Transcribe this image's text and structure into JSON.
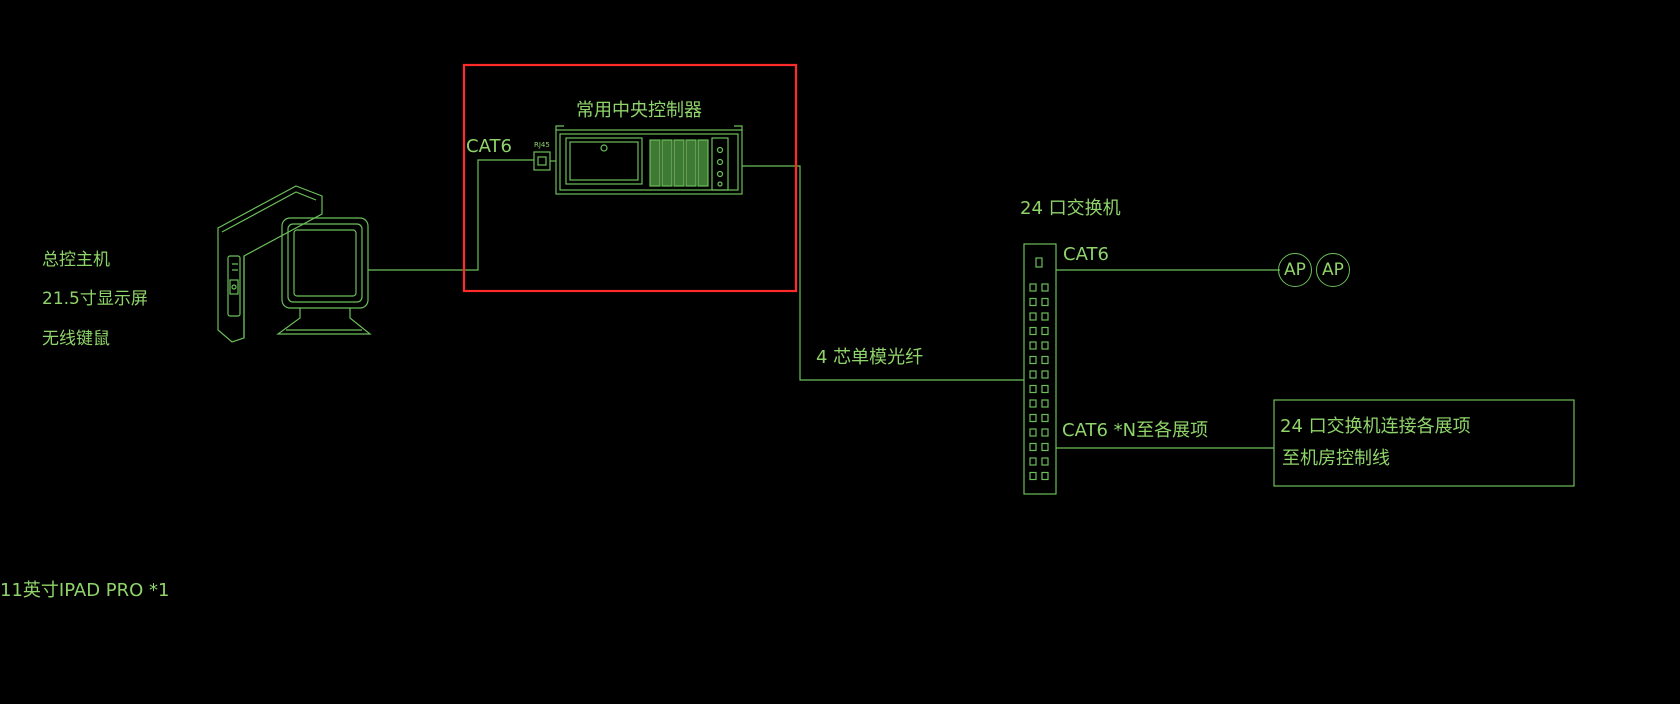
{
  "colors": {
    "background": "#000000",
    "line": "#6cbf5a",
    "text": "#8fd46a",
    "highlight": "#ff2a2a"
  },
  "main_host": {
    "title": "总控主机",
    "monitor": "21.5寸显示屏",
    "peripherals": "无线键鼠",
    "icon": "desktop-computer-icon"
  },
  "ipad": {
    "label": "11英寸IPAD PRO *1"
  },
  "controller": {
    "title": "常用中央控制器",
    "port_label": "RJ45",
    "cable_label": "CAT6",
    "icon": "rack-controller-icon"
  },
  "switch": {
    "title": "24 口交换机",
    "fiber_label": "4 芯单模光纤",
    "ap_cable_label": "CAT6",
    "exhibit_cable_label": "CAT6 *N至各展项",
    "ap_units": [
      "AP",
      "AP"
    ]
  },
  "note": {
    "line1": "24 口交换机连接各展项",
    "line2": "至机房控制线"
  }
}
